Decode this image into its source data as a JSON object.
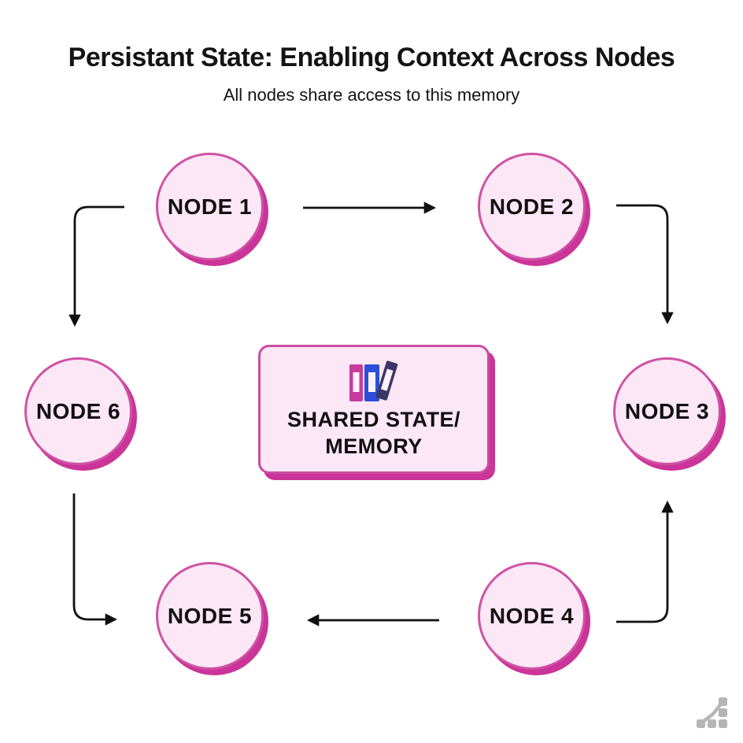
{
  "header": {
    "title": "Persistant State: Enabling Context Across Nodes",
    "subtitle": "All nodes share access to this memory"
  },
  "nodes": [
    {
      "id": "node-1",
      "label": "NODE 1"
    },
    {
      "id": "node-2",
      "label": "NODE 2"
    },
    {
      "id": "node-3",
      "label": "NODE 3"
    },
    {
      "id": "node-4",
      "label": "NODE 4"
    },
    {
      "id": "node-5",
      "label": "NODE 5"
    },
    {
      "id": "node-6",
      "label": "NODE 6"
    }
  ],
  "center_box": {
    "icon": "books-icon",
    "label_line1": "SHARED STATE/",
    "label_line2": "MEMORY"
  },
  "connections": [
    {
      "from": "NODE 1",
      "to": "NODE 2"
    },
    {
      "from": "NODE 2",
      "to": "NODE 3"
    },
    {
      "from": "NODE 4",
      "to": "NODE 3"
    },
    {
      "from": "NODE 4",
      "to": "NODE 5"
    },
    {
      "from": "NODE 6",
      "to": "NODE 5"
    },
    {
      "from": "NODE 1",
      "to": "NODE 6"
    }
  ],
  "footer": {
    "logo": "stairs-growth-logo"
  },
  "colors": {
    "node_fill": "#fbe7f5",
    "node_border": "#cf52a5",
    "node_shadow": "#cb3498",
    "arrow": "#111111",
    "book_pink": "#c73c9e",
    "book_blue": "#2b4fd8",
    "book_navy": "#3b3767",
    "logo_gray": "#b5b5b5"
  }
}
